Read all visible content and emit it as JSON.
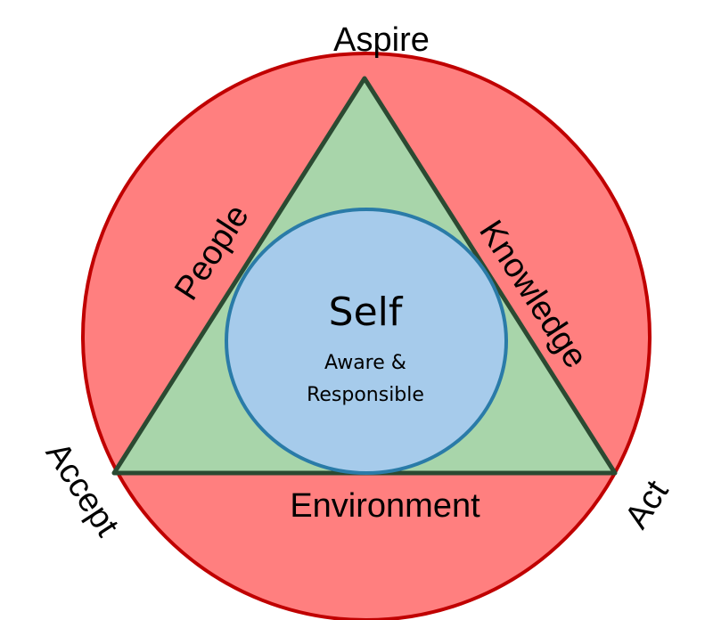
{
  "title": "Aspire",
  "sides": {
    "left": "People",
    "right": "Knowledge",
    "bottom": "Environment"
  },
  "corners": {
    "top": "Aspire",
    "bottom_left": "Accept",
    "bottom_right": "Act"
  },
  "center": {
    "title": "Self",
    "line1": "Aware &",
    "line2": "Responsible"
  },
  "colors": {
    "outer_fill": "#FF7F7F",
    "outer_stroke": "#C00000",
    "triangle_fill": "#A8D5AA",
    "triangle_stroke": "#2B4A32",
    "inner_fill": "#A6CBEB",
    "inner_stroke": "#2A7BA8"
  }
}
